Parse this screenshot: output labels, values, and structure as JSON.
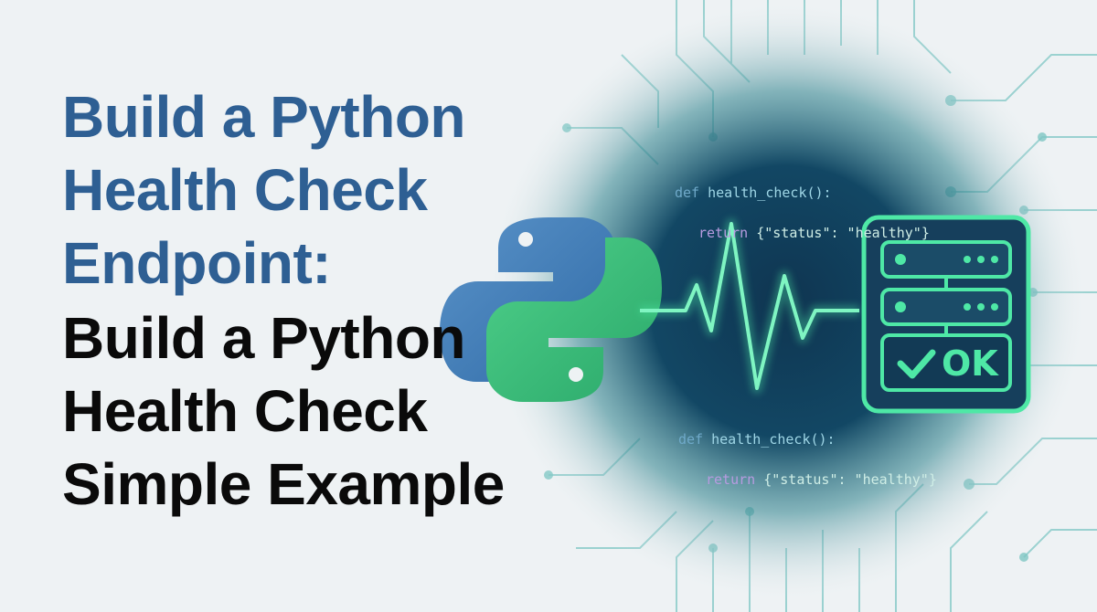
{
  "title": {
    "blue_lines": [
      "Build a Python",
      "Health Check",
      "Endpoint:"
    ],
    "black_lines": [
      "Build a Python",
      "Health Check",
      "Simple Example"
    ]
  },
  "code_snippets": [
    {
      "line1_kw": "def",
      "line1_fn": " health_check():",
      "line2_kw": "return",
      "line2_rest": " {\"status\": \"healthy\"}"
    },
    {
      "line1_kw": "def",
      "line1_fn": " health_check():",
      "line2_kw": "return",
      "line2_rest": " {\"status\": \"healthy\"}"
    }
  ],
  "server": {
    "status_label": "OK"
  },
  "icons": [
    "python-logo",
    "heartbeat-line",
    "server-icon",
    "checkmark-icon",
    "circuit-lines"
  ],
  "colors": {
    "title_blue": "#2e5f93",
    "glow_green": "#4ee8a6",
    "panel_dark": "#0f3a55",
    "background": "#eef2f4"
  }
}
